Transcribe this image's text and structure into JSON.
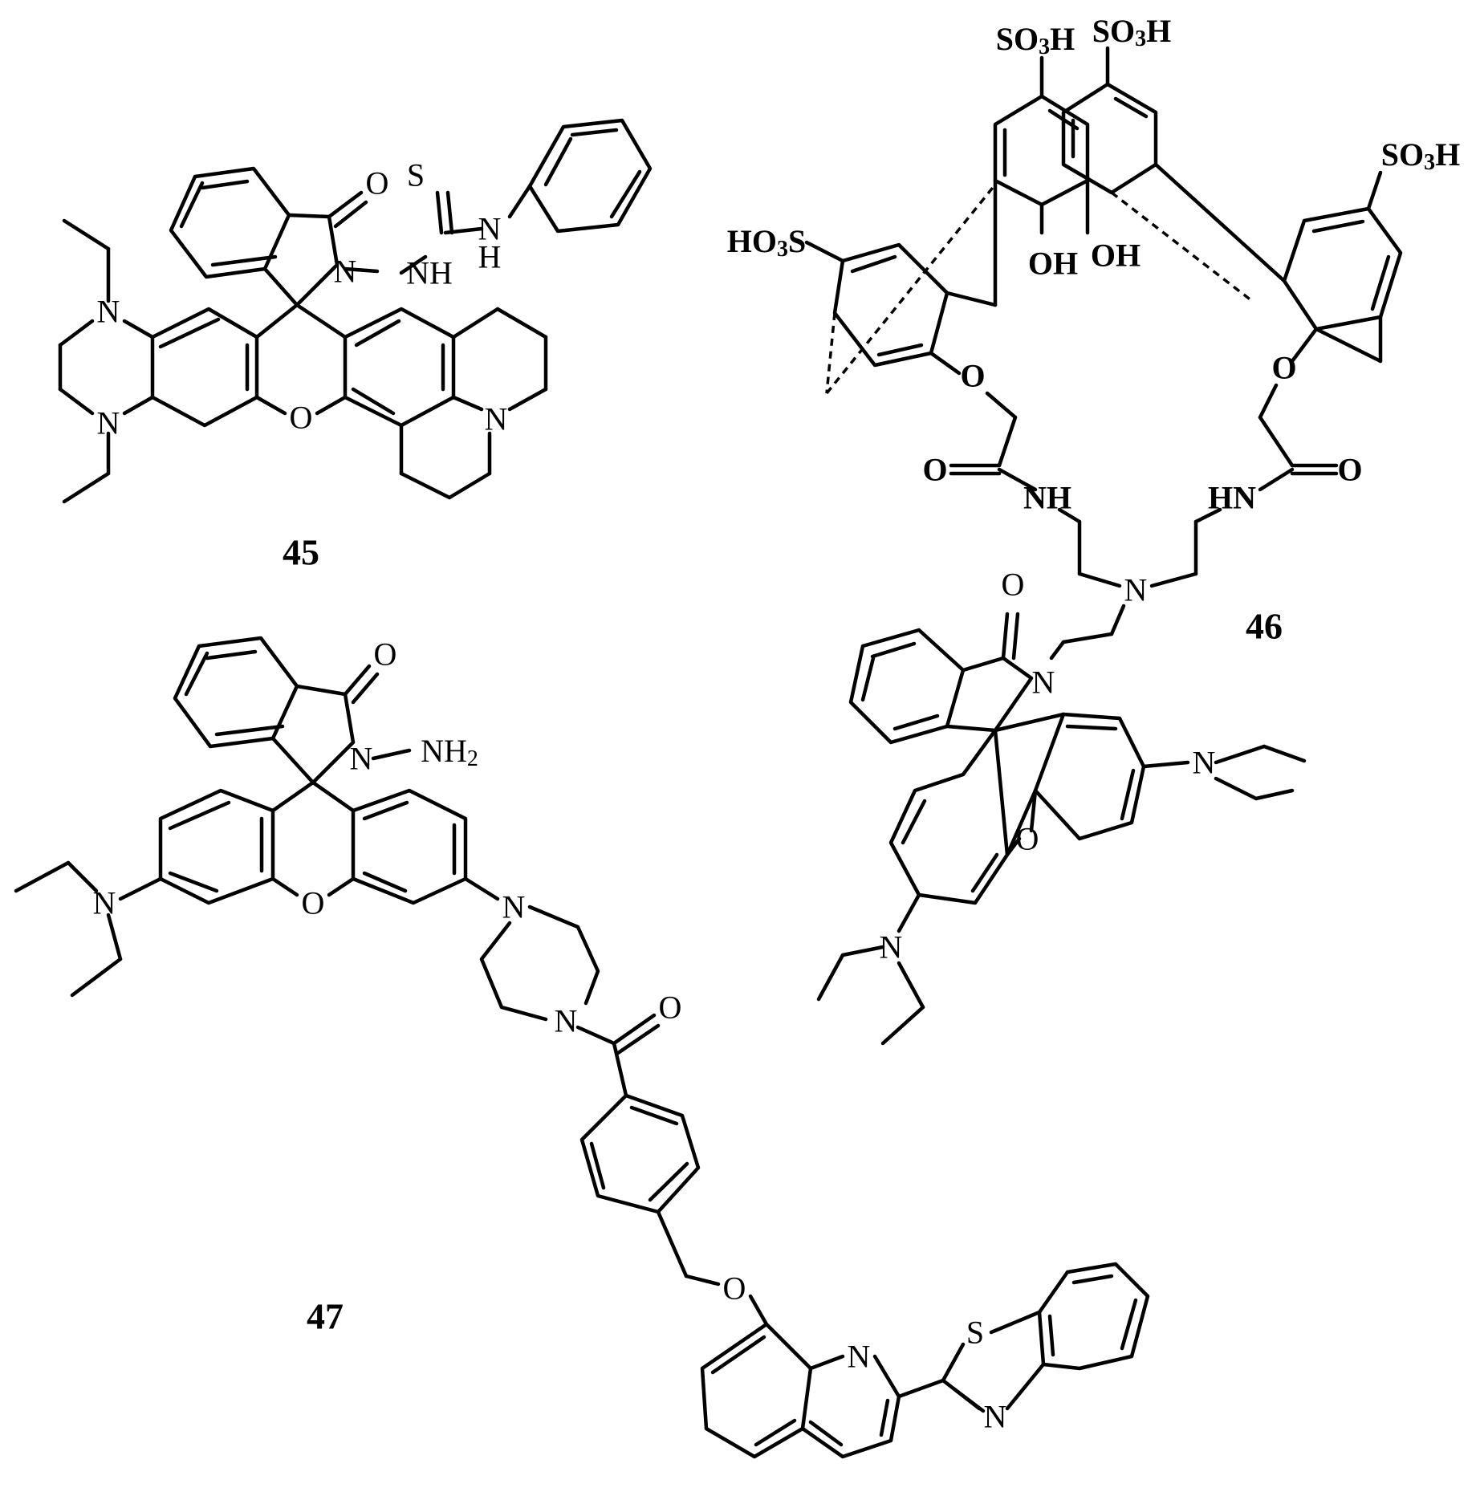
{
  "compounds": [
    {
      "label": "45"
    },
    {
      "label": "46"
    },
    {
      "label": "47"
    }
  ],
  "atoms": {
    "c45": {
      "o_carbonyl": "O",
      "s": "S",
      "n_amide": "N",
      "nh": "NH",
      "nh2_top": "N",
      "nh2_h": "H",
      "n_pz1": "N",
      "n_pz2": "N",
      "o_ring": "O",
      "n_jul": "N"
    },
    "c46": {
      "so3h_1": "SO3H",
      "so3h_2": "SO3H",
      "so3h_3": "SO3H",
      "ho3s": "HO3S",
      "oh1": "OH",
      "oh2": "OH",
      "o_eth1": "O",
      "o_eth2": "O",
      "o_amide1": "O",
      "o_amide2": "O",
      "nh_a": "NH",
      "hn_b": "HN",
      "n_tren": "N",
      "o_carbonyl": "O",
      "n_lactam": "N",
      "o_ring": "O",
      "n_et1": "N",
      "n_et2": "N"
    },
    "c47": {
      "o_carbonyl": "O",
      "n_lactam": "N",
      "nh2": "NH2",
      "n_et": "N",
      "o_ring": "O",
      "n_pip1": "N",
      "n_pip2": "N",
      "o_amide": "O",
      "o_eth": "O",
      "n_quin": "N",
      "s_btz": "S",
      "n_btz": "N"
    }
  }
}
